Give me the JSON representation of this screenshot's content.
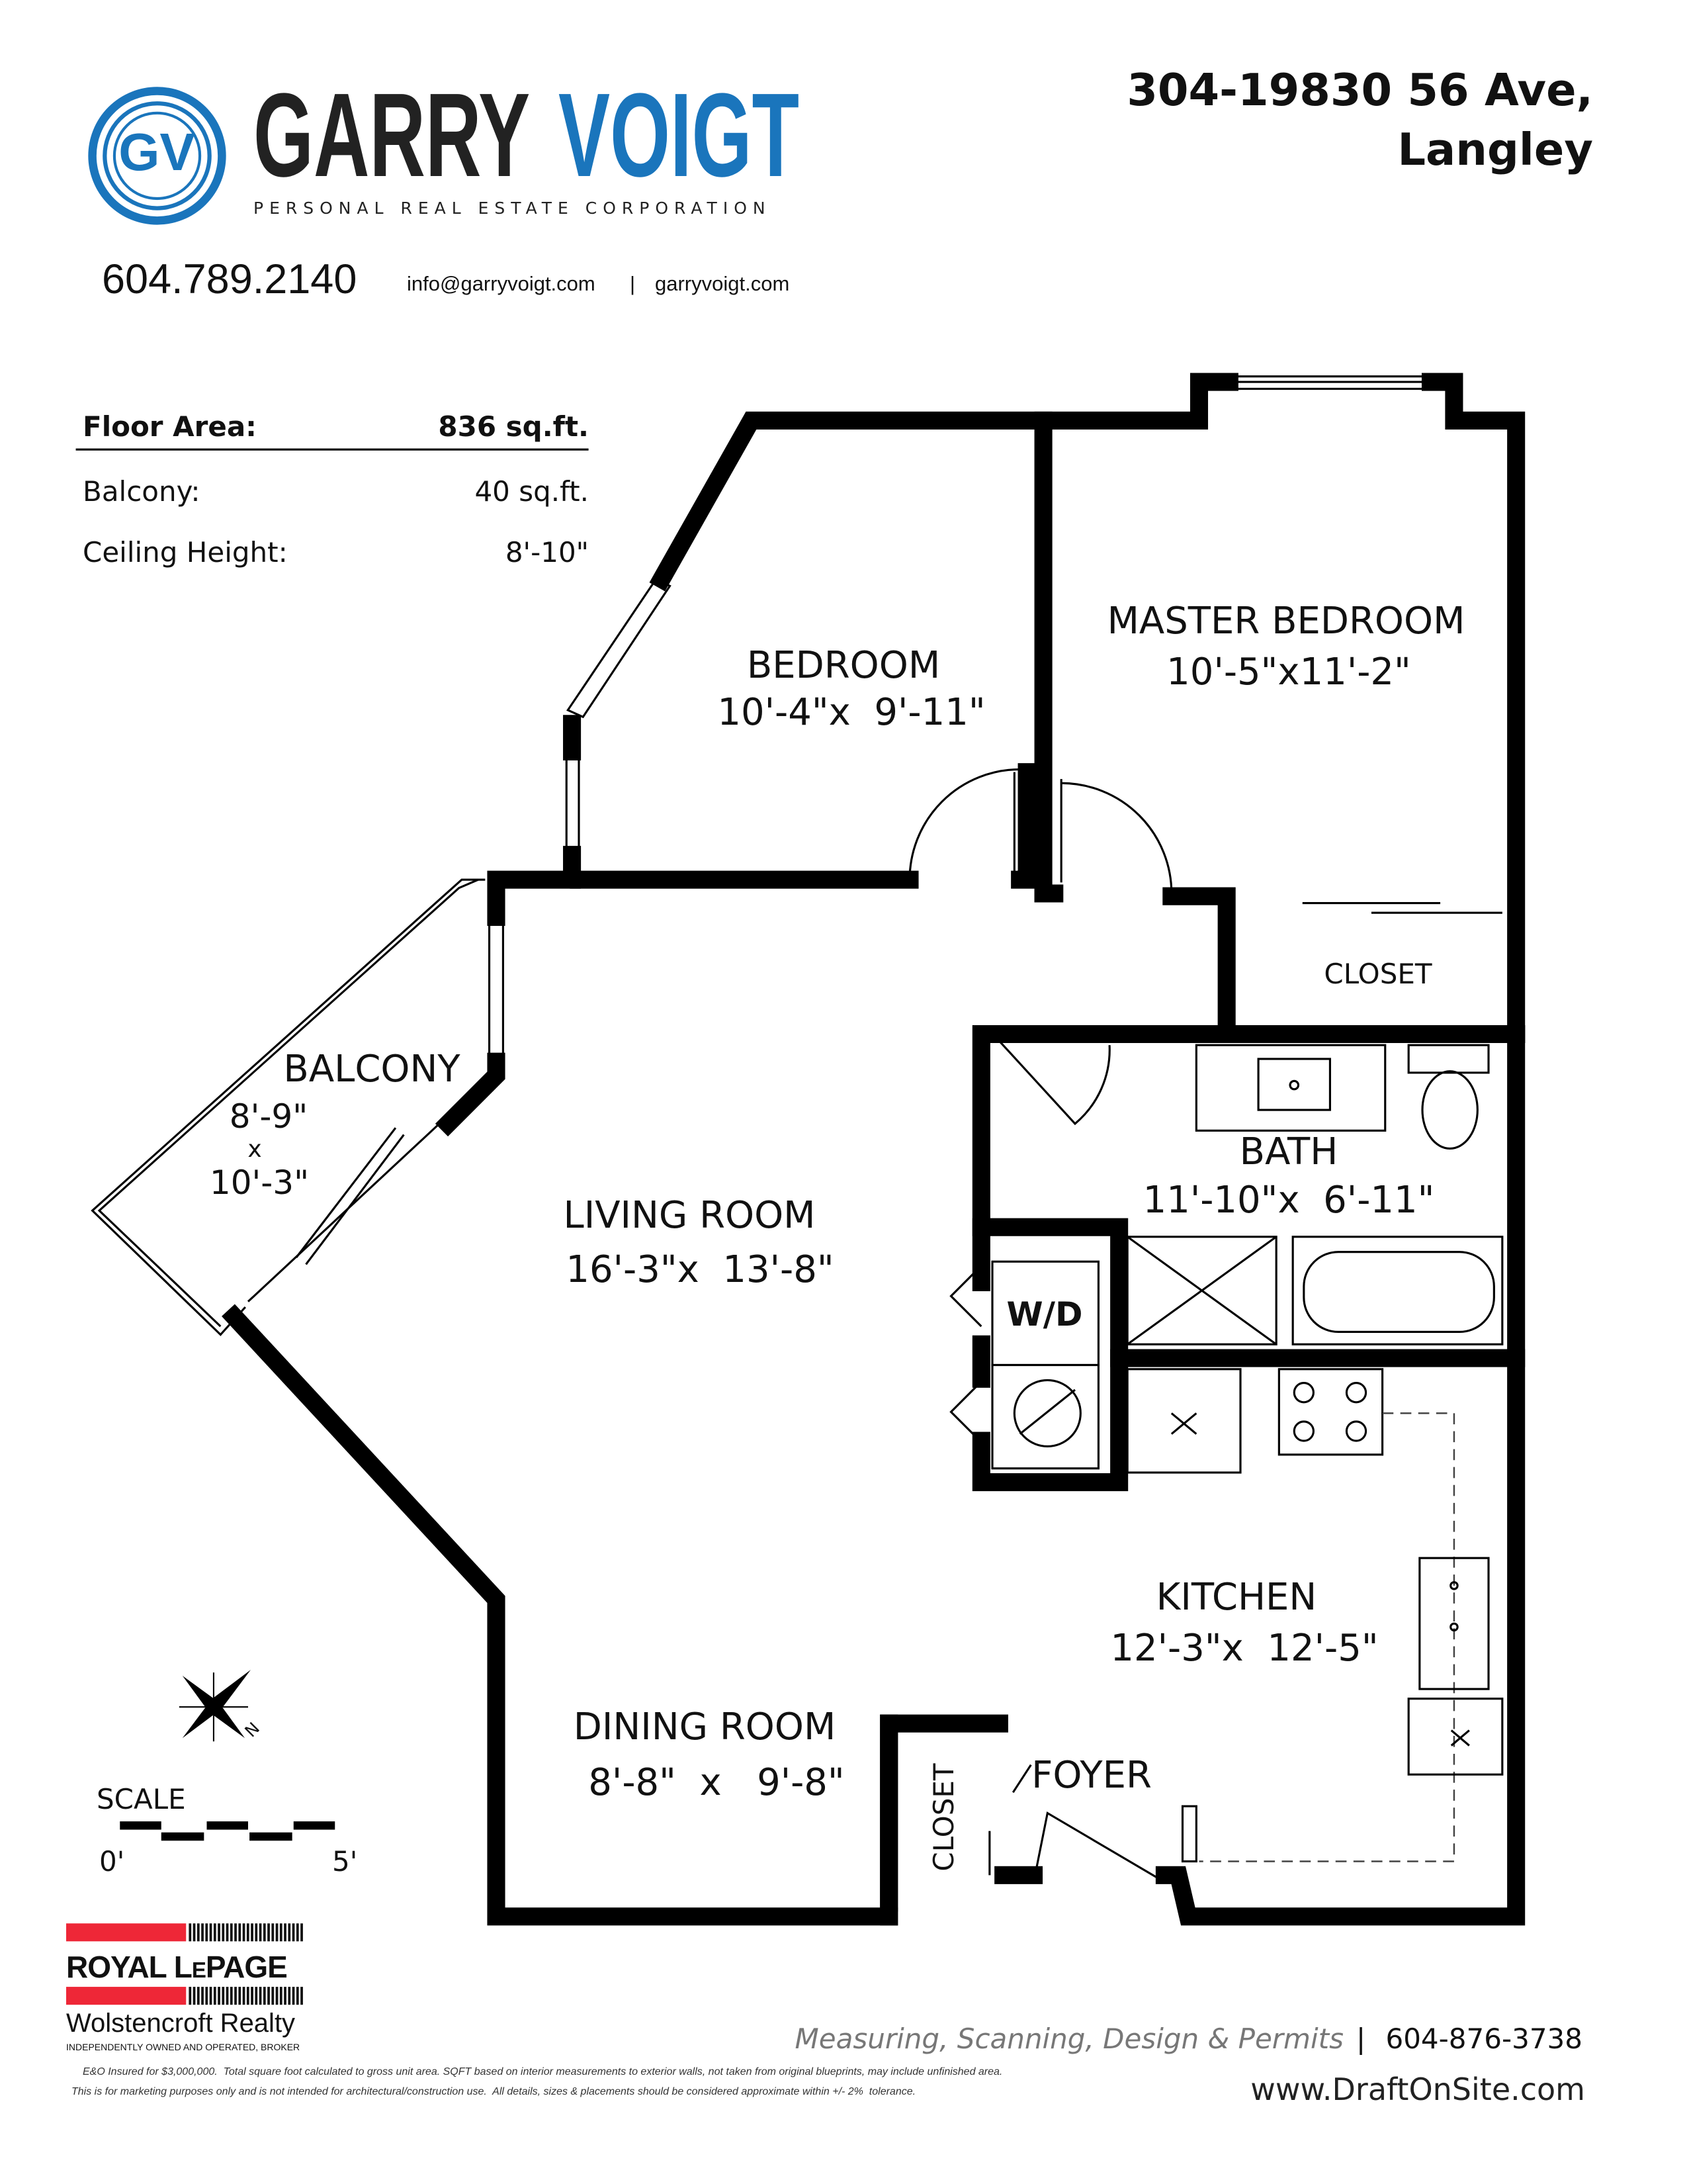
{
  "header": {
    "logo_monogram": "GV",
    "brand_first": "GARRY",
    "brand_last": "VOIGT",
    "brand_sub": "PERSONAL REAL ESTATE CORPORATION",
    "phone": "604.789.2140",
    "email": "info@garryvoigt.com",
    "separator": "|",
    "website": "garryvoigt.com",
    "address_line1": "304-19830 56 Ave,",
    "address_line2": "Langley"
  },
  "areas": [
    {
      "label": "Floor Area:",
      "value": "836 sq.ft."
    },
    {
      "label": "Balcony:",
      "value": "40 sq.ft."
    },
    {
      "label": "Ceiling Height:",
      "value": "8'-10\""
    }
  ],
  "rooms": {
    "bedroom": {
      "name": "BEDROOM",
      "dims": "10'-4\"x  9'-11\""
    },
    "master": {
      "name": "MASTER BEDROOM",
      "dims": "10'-5\"x11'-2\""
    },
    "closet_master": {
      "name": "CLOSET"
    },
    "bath": {
      "name": "BATH",
      "dims": "11'-10\"x  6'-11\""
    },
    "balcony": {
      "name": "BALCONY",
      "dim1": "8'-9\"",
      "x": "x",
      "dim2": "10'-3\""
    },
    "living": {
      "name": "LIVING ROOM",
      "dims": "16'-3\"x  13'-8\""
    },
    "wd": {
      "name": "W/D"
    },
    "kitchen": {
      "name": "KITCHEN",
      "dims": "12'-3\"x  12'-5\""
    },
    "dining": {
      "name": "DINING ROOM",
      "dims": "8'-8\"  x   9'-8\""
    },
    "closet_foyer": {
      "name": "CLOSET"
    },
    "foyer": {
      "name": "FOYER"
    }
  },
  "compass": {
    "north": "N"
  },
  "scale": {
    "title": "SCALE",
    "start": "0'",
    "end": "5'"
  },
  "brokerage": {
    "name_a": "ROYAL L",
    "name_b": "E",
    "name_c": "PAGE",
    "office": "Wolstencroft Realty",
    "tagline": "INDEPENDENTLY OWNED AND OPERATED, BROKER",
    "red": "#ee2737"
  },
  "footer": {
    "services": "Measuring, Scanning, Design & Permits",
    "sep": "|",
    "phone": "604-876-3738",
    "site": "www.DraftOnSite.com",
    "disclaimer1": "E&O Insured for $3,000,000.  Total square foot calculated to gross unit area. SQFT based on interior measurements to exterior walls, not taken from original blueprints, may include unfinished area.",
    "disclaimer2": "This is for marketing purposes only and is not intended for architectural/construction use.  All details, sizes & placements should be considered approximate within +/- 2%  tolerance."
  },
  "colors": {
    "brand_blue": "#1a75bc",
    "text": "#111111"
  }
}
